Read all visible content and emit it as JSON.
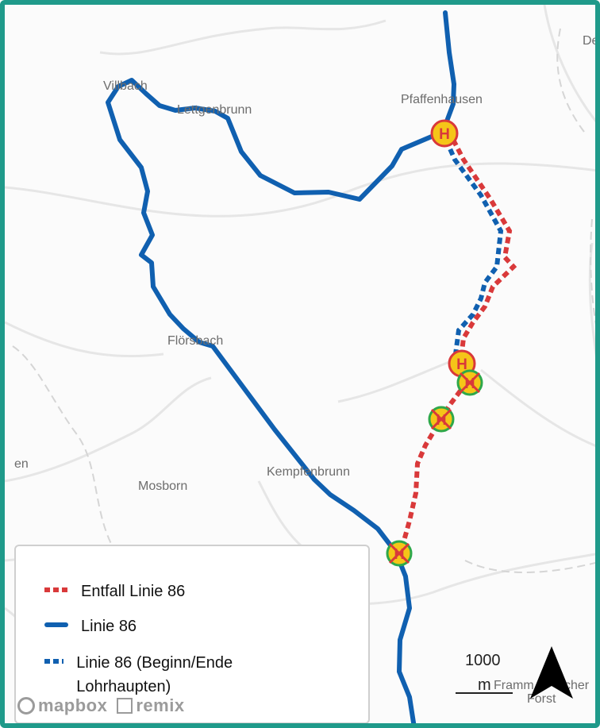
{
  "map": {
    "places": {
      "villbach": "Villbach",
      "lettgenbrunn": "Lettgenbrunn",
      "pfaffenhausen": "Pfaffenhausen",
      "floersbach": "Flörsbach",
      "kempfenbrunn": "Kempfenbrunn",
      "mosborn": "Mosborn",
      "deu": "Deu",
      "en": "en",
      "framm": "Framm",
      "cher": "cher",
      "forst": "Forst"
    },
    "stop_symbols": {
      "active": "H",
      "cancelled": "H"
    },
    "colors": {
      "cancelled_line": "#d9393a",
      "line": "#1060b0",
      "frame": "#1f9a8a",
      "stop_fill": "#f5c518"
    }
  },
  "legend": {
    "items": [
      {
        "label": "Entfall Linie 86",
        "style": "dashed-red"
      },
      {
        "label": "Linie 86",
        "style": "solid-blue"
      },
      {
        "label": "Linie 86 (Beginn/Ende Lohrhaupten)",
        "style": "dashed-blue"
      }
    ]
  },
  "scale": {
    "value": "1000",
    "unit": "m"
  },
  "attribution": {
    "mapbox": "mapbox",
    "remix": "remix"
  },
  "icons": {
    "north": "north-arrow-icon",
    "mapbox": "mapbox-logo-icon",
    "remix": "remix-logo-icon"
  }
}
